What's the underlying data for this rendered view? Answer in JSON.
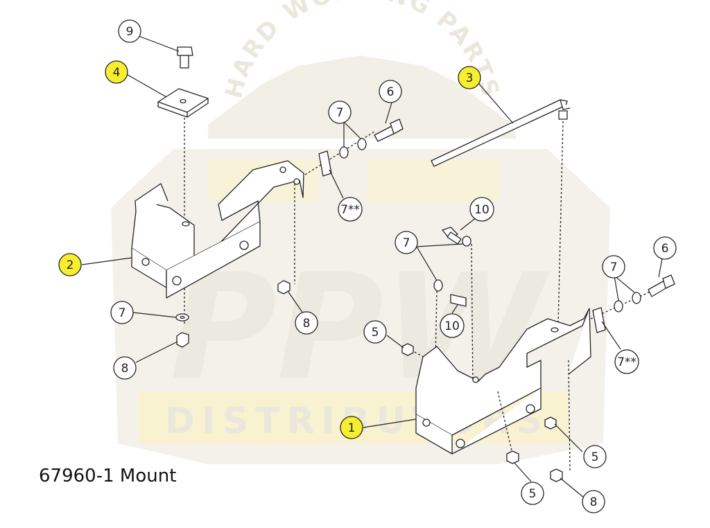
{
  "watermark": {
    "arc_text": "HARD WORKING PARTS",
    "logo_text": "PPW",
    "banner_text": "DISTRIBUTORS"
  },
  "caption": "67960-1 Mount",
  "colors": {
    "highlight": "#f7ee2f",
    "line": "#222222",
    "watermark": "#e9e4d3",
    "watermark_yellow": "#f6efc8"
  },
  "callouts": [
    {
      "id": "c9a",
      "label": "9",
      "highlighted": false
    },
    {
      "id": "c4",
      "label": "4",
      "highlighted": true
    },
    {
      "id": "c2",
      "label": "2",
      "highlighted": true
    },
    {
      "id": "c7a",
      "label": "7",
      "highlighted": false
    },
    {
      "id": "c8a",
      "label": "8",
      "highlighted": false
    },
    {
      "id": "c7b",
      "label": "7",
      "highlighted": false
    },
    {
      "id": "c6a",
      "label": "6",
      "highlighted": false
    },
    {
      "id": "c7s_a",
      "label": "7**",
      "highlighted": false
    },
    {
      "id": "c8b",
      "label": "8",
      "highlighted": false
    },
    {
      "id": "c3",
      "label": "3",
      "highlighted": true
    },
    {
      "id": "c10a",
      "label": "10",
      "highlighted": false
    },
    {
      "id": "c7c",
      "label": "7",
      "highlighted": false
    },
    {
      "id": "c10b",
      "label": "10",
      "highlighted": false
    },
    {
      "id": "c5a",
      "label": "5",
      "highlighted": false
    },
    {
      "id": "c1",
      "label": "1",
      "highlighted": true
    },
    {
      "id": "c6b",
      "label": "6",
      "highlighted": false
    },
    {
      "id": "c7d",
      "label": "7",
      "highlighted": false
    },
    {
      "id": "c7s_b",
      "label": "7**",
      "highlighted": false
    },
    {
      "id": "c5b",
      "label": "5",
      "highlighted": false
    },
    {
      "id": "c5c",
      "label": "5",
      "highlighted": false
    },
    {
      "id": "c8c",
      "label": "8",
      "highlighted": false
    }
  ]
}
